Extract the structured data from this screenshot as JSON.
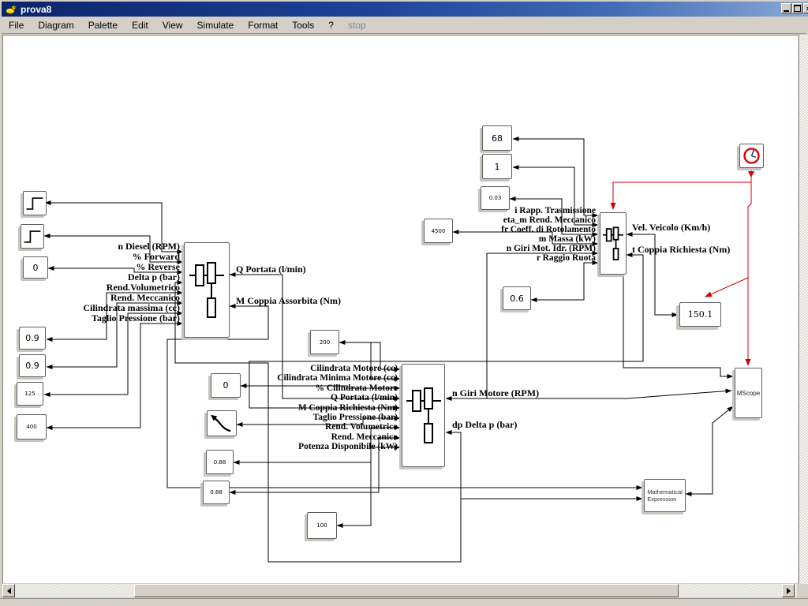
{
  "window": {
    "title": "prova8",
    "controls": [
      "minimize",
      "maximize",
      "close"
    ]
  },
  "menu": {
    "items": [
      {
        "label": "File"
      },
      {
        "label": "Diagram"
      },
      {
        "label": "Palette"
      },
      {
        "label": "Edit"
      },
      {
        "label": "View"
      },
      {
        "label": "Simulate"
      },
      {
        "label": "Format"
      },
      {
        "label": "Tools"
      },
      {
        "label": "?"
      },
      {
        "label": "stop",
        "disabled": true
      }
    ]
  },
  "canvas": {
    "superblock1": {
      "inputs": [
        "n Diesel (RPM)",
        "% Forward",
        "% Reverse",
        "Delta p (bar)",
        "Rend.Volumetrico",
        "Rend. Meccanico",
        "Cilindrata massima (cc)",
        "Taglio Pressione (bar)"
      ],
      "outputs": [
        "Q Portata (l/min)",
        "M Coppia Assorbita (Nm)"
      ]
    },
    "superblock2": {
      "inputs": [
        "Cilindrata Motore (cc)",
        "Cilindrata Minima Motore (cc)",
        "% Cilindrata Motore",
        "Q Portata (l/min)",
        "M Coppia Richiesta (Nm)",
        "Taglio Pressione (bar)",
        "Rend. Volumetrico",
        "Rend. Meccanico",
        "Potenza Disponibile (kW)"
      ],
      "outputs": [
        "n Giri Motore (RPM)",
        "dp Delta p (bar)"
      ]
    },
    "superblock3": {
      "inputs": [
        "i Rapp. Trasmissione",
        "eta_m Rend. Meccanico",
        "fr Coeff. di Rotolamento",
        "m Massa (kW)",
        "n Giri Mot. Idr. (RPM)",
        "r Raggio Ruota"
      ],
      "outputs": [
        "Vel. Veicolo (Km/h)",
        "t Coppia Richiesta (Nm)"
      ]
    },
    "constants": {
      "c68": "68",
      "c1": "1",
      "c003": "0.03",
      "c4500": "4500",
      "c06": "0.6",
      "c0_left": "0",
      "c09a": "0.9",
      "c09b": "0.9",
      "c125": "125",
      "c400": "400",
      "c200": "200",
      "c0_mid": "0",
      "c088a": "0.88",
      "c088b": "0.88",
      "c100": "100"
    },
    "display": {
      "value": "150.1"
    },
    "scope": {
      "label": "MScope"
    },
    "math_expression": {
      "line1": "Mathematical",
      "line2": "Expression"
    }
  },
  "colors": {
    "wire": "#000000",
    "event_wire": "#d40000",
    "canvas_bg": "#ffffff",
    "chrome": "#d4d0c8",
    "titlebar_left": "#0a246a",
    "titlebar_right": "#8aa8d4"
  }
}
